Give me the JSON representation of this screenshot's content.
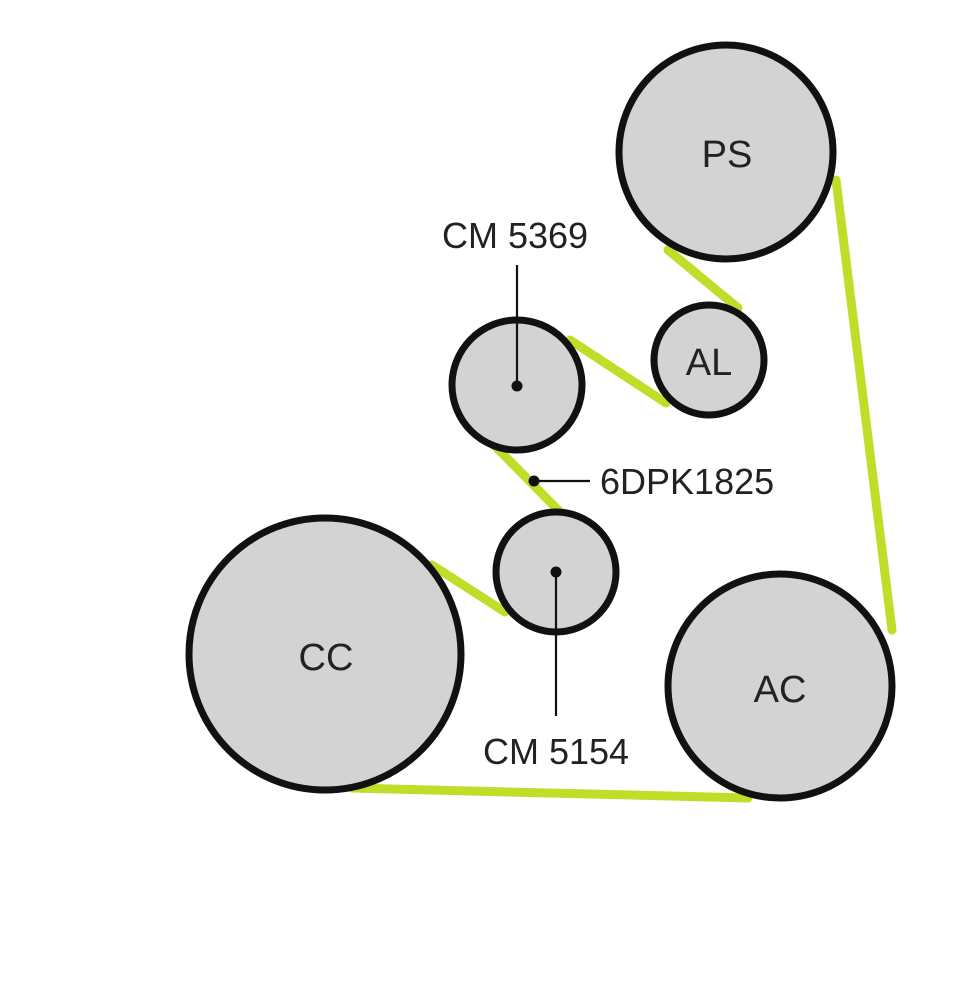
{
  "colors": {
    "belt": "#c2dc2a",
    "pulley_fill": "#d3d3d3",
    "outline": "#111111",
    "text": "#222222"
  },
  "pulleys": {
    "ps": "PS",
    "al": "AL",
    "cc": "CC",
    "ac": "AC"
  },
  "callouts": {
    "idler_top": "CM 5369",
    "belt": "6DPK1825",
    "idler_bottom": "CM 5154"
  }
}
